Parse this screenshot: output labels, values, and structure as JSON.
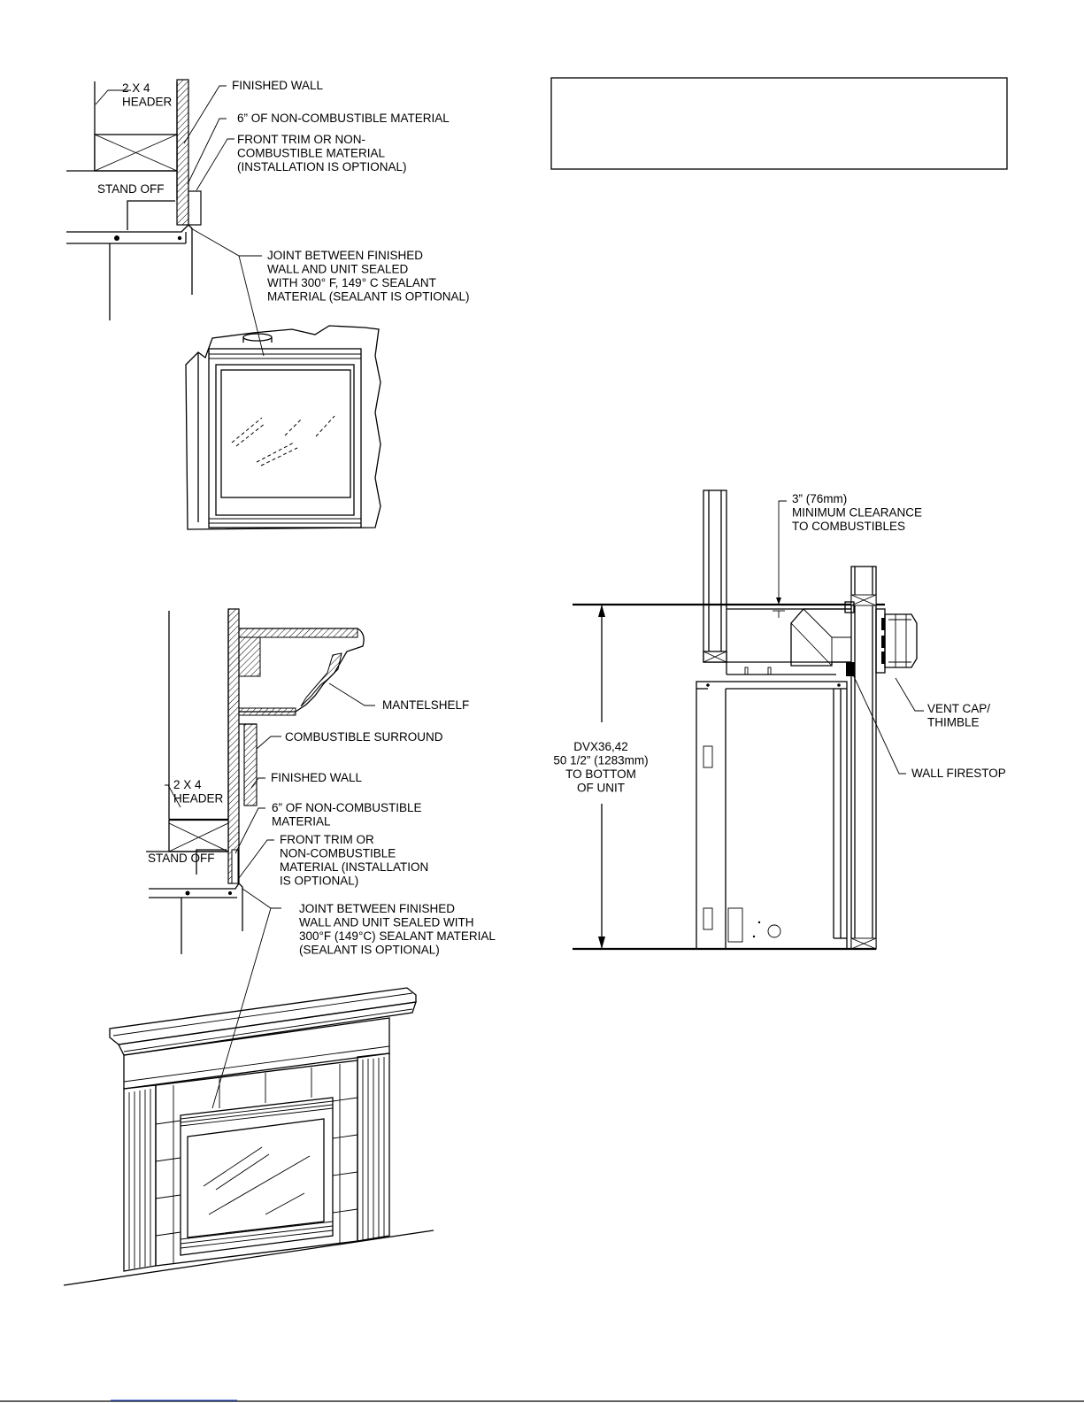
{
  "figure1": {
    "header": "2 X 4\nHEADER",
    "finished_wall": "FINISHED WALL",
    "non_combustible": "6” OF NON-COMBUSTIBLE MATERIAL",
    "front_trim": "FRONT TRIM OR NON-\nCOMBUSTIBLE MATERIAL\n(INSTALLATION IS OPTIONAL)",
    "stand_off": "STAND OFF",
    "joint": "JOINT BETWEEN FINISHED\nWALL AND UNIT SEALED\nWITH 300° F, 149° C SEALANT\nMATERIAL (SEALANT IS OPTIONAL)"
  },
  "figure2": {
    "mantelshelf": "MANTELSHELF",
    "combustible_surround": "COMBUSTIBLE SURROUND",
    "finished_wall": "FINISHED WALL",
    "header": "2 X 4\nHEADER",
    "non_combustible": "6” OF NON-COMBUSTIBLE\nMATERIAL",
    "stand_off": "STAND OFF",
    "front_trim": "FRONT TRIM OR\nNON-COMBUSTIBLE\nMATERIAL (INSTALLATION\nIS OPTIONAL)",
    "joint": "JOINT BETWEEN FINISHED\nWALL AND UNIT SEALED WITH\n300°F (149°C) SEALANT MATERIAL\n(SEALANT IS OPTIONAL)"
  },
  "figure3": {
    "clearance": "3” (76mm)\nMINIMUM CLEARANCE\nTO COMBUSTIBLES",
    "vent_cap": "VENT CAP/\nTHIMBLE",
    "wall_firestop": "WALL FIRESTOP",
    "dimension": "DVX36,42\n50 1/2” (1283mm)\nTO BOTTOM\nOF UNIT"
  }
}
